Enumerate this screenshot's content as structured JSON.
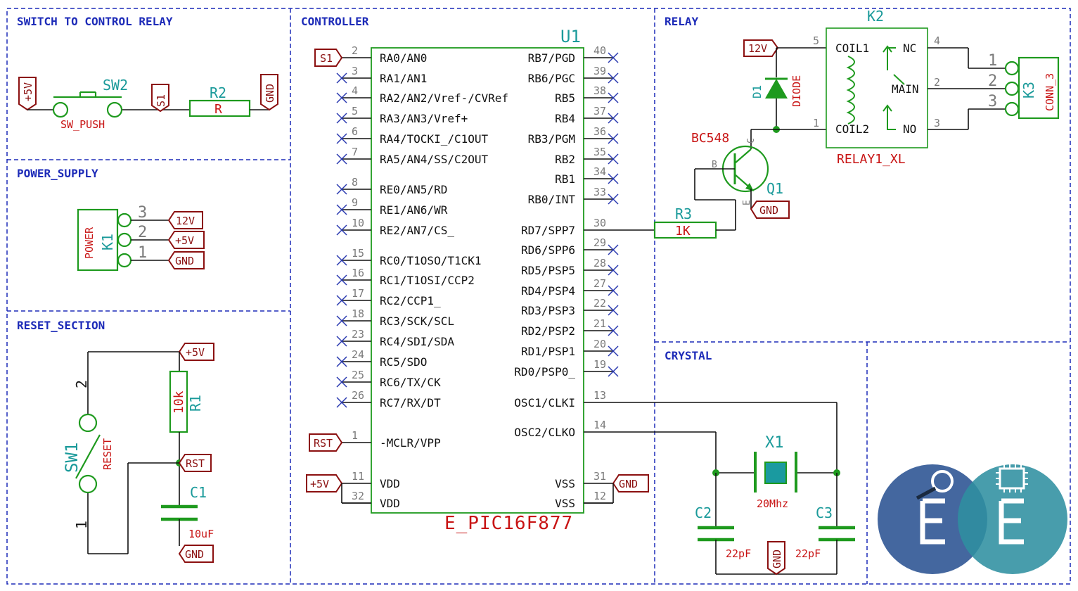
{
  "sections": {
    "switch": "SWITCH TO CONTROL RELAY",
    "power": "POWER_SUPPLY",
    "reset": "RESET_SECTION",
    "controller": "CONTROLLER",
    "relay": "RELAY",
    "crystal": "CRYSTAL"
  },
  "switch_section": {
    "sw2_ref": "SW2",
    "sw2_value": "SW_PUSH",
    "r2_ref": "R2",
    "r2_value": "R",
    "flag_5v": "+5V",
    "flag_s1": "S1",
    "flag_gnd": "GND"
  },
  "power_section": {
    "k1_ref": "K1",
    "k1_value": "POWER",
    "pins": [
      {
        "num": "3",
        "net": "12V"
      },
      {
        "num": "2",
        "net": "+5V"
      },
      {
        "num": "1",
        "net": "GND"
      }
    ]
  },
  "reset_section": {
    "sw1_ref": "SW1",
    "sw1_value": "RESET",
    "pin2": "2",
    "pin1": "1",
    "r1_ref": "R1",
    "r1_value": "10k",
    "c1_ref": "C1",
    "c1_value": "10uF",
    "flag_5v": "+5V",
    "flag_rst": "RST",
    "flag_gnd": "GND"
  },
  "controller": {
    "ref": "U1",
    "value": "E_PIC16F877",
    "left_pins": [
      {
        "num": "2",
        "name": "RA0/AN0"
      },
      {
        "num": "3",
        "name": "RA1/AN1"
      },
      {
        "num": "4",
        "name": "RA2/AN2/Vref-/CVRef"
      },
      {
        "num": "5",
        "name": "RA3/AN3/Vref+"
      },
      {
        "num": "6",
        "name": "RA4/TOCKI_/C1OUT"
      },
      {
        "num": "7",
        "name": "RA5/AN4/SS/C2OUT"
      },
      {
        "num": "8",
        "name": "RE0/AN5/RD"
      },
      {
        "num": "9",
        "name": "RE1/AN6/WR"
      },
      {
        "num": "10",
        "name": "RE2/AN7/CS_"
      },
      {
        "num": "15",
        "name": "RC0/T1OSO/T1CK1"
      },
      {
        "num": "16",
        "name": "RC1/T1OSI/CCP2"
      },
      {
        "num": "17",
        "name": "RC2/CCP1_"
      },
      {
        "num": "18",
        "name": "RC3/SCK/SCL"
      },
      {
        "num": "23",
        "name": "RC4/SDI/SDA"
      },
      {
        "num": "24",
        "name": "RC5/SDO"
      },
      {
        "num": "25",
        "name": "RC6/TX/CK"
      },
      {
        "num": "26",
        "name": "RC7/RX/DT"
      },
      {
        "num": "1",
        "name": "-MCLR/VPP"
      },
      {
        "num": "11",
        "name": "VDD"
      },
      {
        "num": "32",
        "name": "VDD"
      }
    ],
    "right_pins": [
      {
        "num": "40",
        "name": "RB7/PGD"
      },
      {
        "num": "39",
        "name": "RB6/PGC"
      },
      {
        "num": "38",
        "name": "RB5"
      },
      {
        "num": "37",
        "name": "RB4"
      },
      {
        "num": "36",
        "name": "RB3/PGM"
      },
      {
        "num": "35",
        "name": "RB2"
      },
      {
        "num": "34",
        "name": "RB1"
      },
      {
        "num": "33",
        "name": "RB0/INT"
      },
      {
        "num": "30",
        "name": "RD7/SPP7"
      },
      {
        "num": "29",
        "name": "RD6/SPP6"
      },
      {
        "num": "28",
        "name": "RD5/PSP5"
      },
      {
        "num": "27",
        "name": "RD4/PSP4"
      },
      {
        "num": "22",
        "name": "RD3/PSP3"
      },
      {
        "num": "21",
        "name": "RD2/PSP2"
      },
      {
        "num": "20",
        "name": "RD1/PSP1"
      },
      {
        "num": "19",
        "name": "RD0/PSP0_"
      },
      {
        "num": "13",
        "name": "OSC1/CLKI"
      },
      {
        "num": "14",
        "name": "OSC2/CLKO"
      },
      {
        "num": "31",
        "name": "VSS"
      },
      {
        "num": "12",
        "name": "VSS"
      }
    ],
    "flag_s1": "S1",
    "flag_rst": "RST",
    "flag_5v": "+5V",
    "flag_gnd": "GND"
  },
  "relay_section": {
    "k2_ref": "K2",
    "k2_value": "RELAY1_XL",
    "coil1": "COIL1",
    "coil2": "COIL2",
    "nc": "NC",
    "main": "MAIN",
    "no": "NO",
    "pin5": "5",
    "pin1": "1",
    "pin4": "4",
    "pin2": "2",
    "pin3": "3",
    "d1_ref": "D1",
    "d1_value": "DIODE",
    "q1_ref": "Q1",
    "q1_value": "BC548",
    "q1_b": "B",
    "q1_c": "C",
    "q1_e": "E",
    "r3_ref": "R3",
    "r3_value": "1K",
    "k3_ref": "K3",
    "k3_value": "CONN_3",
    "k3_pins": [
      "1",
      "2",
      "3"
    ],
    "flag_12v": "12V",
    "flag_gnd": "GND"
  },
  "crystal_section": {
    "x1_ref": "X1",
    "x1_value": "20Mhz",
    "c2_ref": "C2",
    "c2_value": "22pF",
    "c3_ref": "C3",
    "c3_value": "22pF",
    "flag_gnd": "GND"
  },
  "colors": {
    "border": "#1d2bb8",
    "wire": "#111111",
    "component": "#1e9a1e",
    "reference": "#1a9a9a",
    "value": "#c81414",
    "flag": "#8b1010",
    "logo_left": "#3a5f9a",
    "logo_right": "#2f8fa0"
  }
}
